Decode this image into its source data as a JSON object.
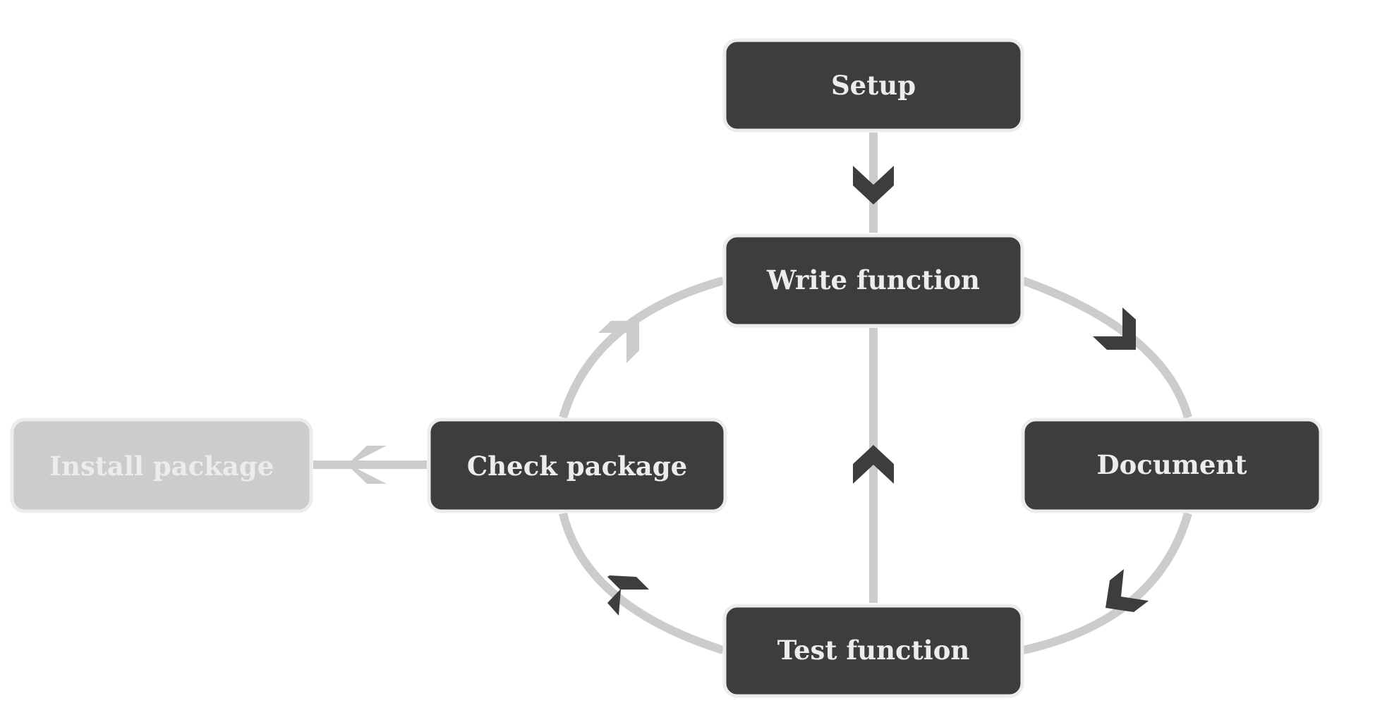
{
  "diagram": {
    "type": "flowchart-cycle",
    "colors": {
      "node_fill": "#3d3d3d",
      "node_border": "#ececec",
      "node_text": "#ececec",
      "muted_fill": "#cccccc",
      "muted_text": "#ececec",
      "edge": "#cccccc",
      "arrowhead_dark": "#3d3d3d",
      "arrowhead_muted": "#cccccc"
    },
    "nodes": [
      {
        "id": "setup",
        "label": "Setup",
        "muted": false
      },
      {
        "id": "write",
        "label": "Write function",
        "muted": false
      },
      {
        "id": "document",
        "label": "Document",
        "muted": false
      },
      {
        "id": "test",
        "label": "Test function",
        "muted": false
      },
      {
        "id": "check",
        "label": "Check package",
        "muted": false
      },
      {
        "id": "install",
        "label": "Install package",
        "muted": true
      }
    ],
    "edges": [
      {
        "from": "setup",
        "to": "write",
        "muted": false
      },
      {
        "from": "write",
        "to": "document",
        "muted": false
      },
      {
        "from": "document",
        "to": "test",
        "muted": false
      },
      {
        "from": "test",
        "to": "write",
        "muted": false
      },
      {
        "from": "test",
        "to": "check",
        "muted": false
      },
      {
        "from": "check",
        "to": "write",
        "muted": true
      },
      {
        "from": "check",
        "to": "install",
        "muted": true
      }
    ]
  }
}
